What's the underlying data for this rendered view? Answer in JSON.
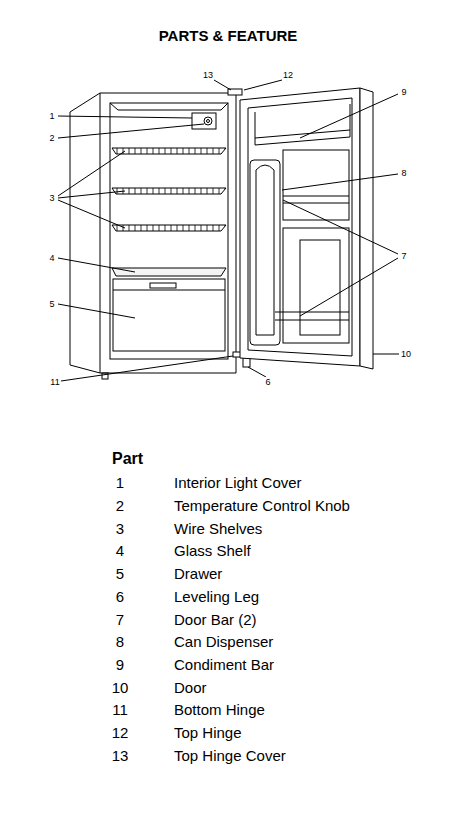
{
  "diagram": {
    "title": "PARTS & FEATURE",
    "labels": [
      "13",
      "12",
      "1",
      "2",
      "9",
      "8",
      "3",
      "7",
      "4",
      "5",
      "10",
      "11",
      "6",
      "Part",
      "1",
      "Interior Light Cover",
      "2",
      "Temperature Control Knob",
      "3",
      "Wire Shelves",
      "4",
      "Glass Shelf",
      "5",
      "Drawer",
      "6",
      "Leveling Leg",
      "7",
      "Door Bar (2)",
      "8",
      "Can Dispenser",
      "9",
      "Condiment Bar",
      "10",
      "Door",
      "11",
      "Bottom Hinge",
      "12",
      "Top Hinge",
      "13",
      "Top Hinge Cover"
    ]
  }
}
